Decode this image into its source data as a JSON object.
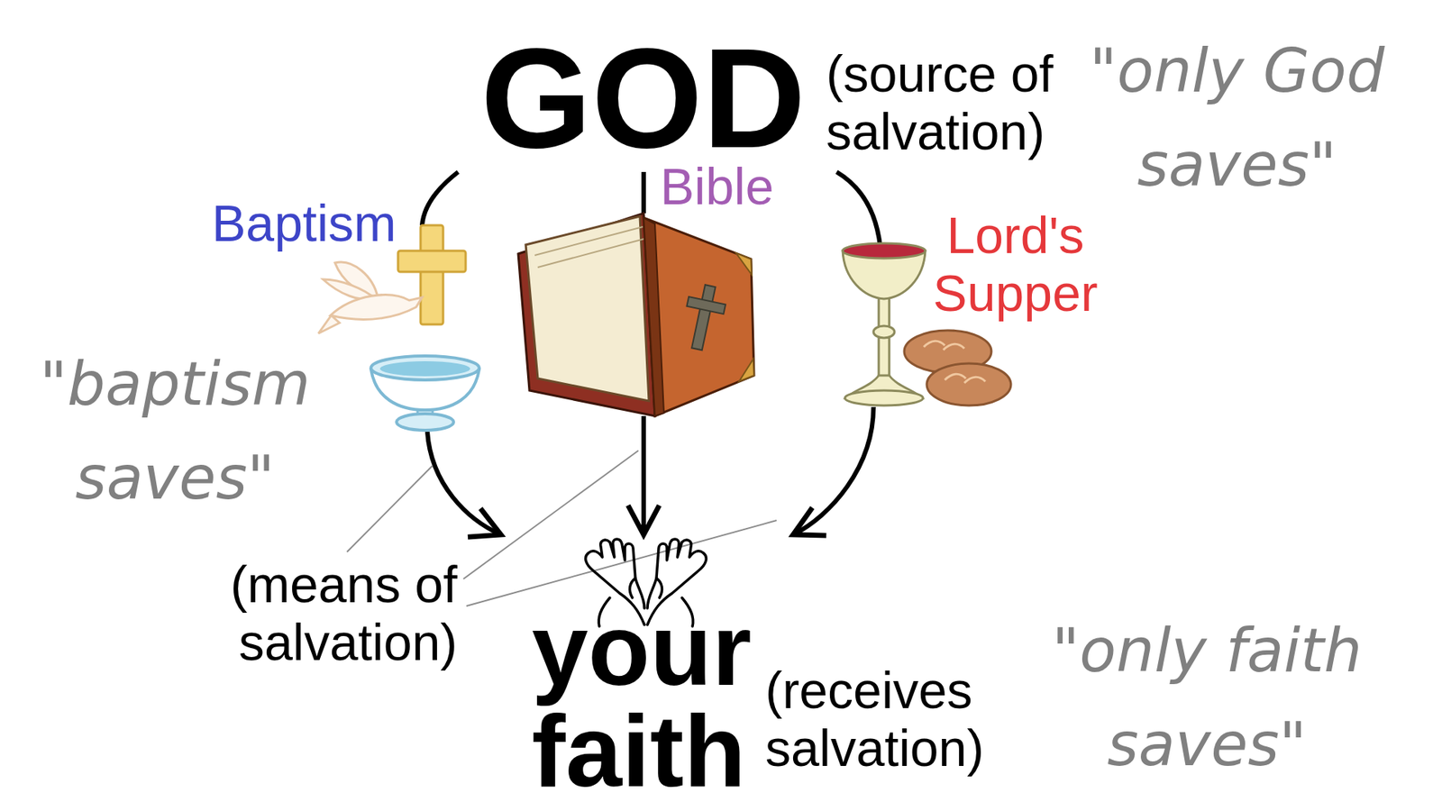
{
  "diagram": {
    "nodes": [
      {
        "text": [
          "GOD",
          "(source of salvation)"
        ]
      },
      {
        "text": [
          "Baptism"
        ]
      },
      {
        "text": [
          "Bible"
        ]
      },
      {
        "text": [
          "Lord's Supper"
        ]
      },
      {
        "text": [
          "your faith",
          "(receives salvation)"
        ]
      }
    ],
    "edges": [
      {
        "from": 0,
        "to": 1,
        "arrow": "none"
      },
      {
        "from": 1,
        "to": 4,
        "arrow": "to"
      },
      {
        "from": 0,
        "to": 2,
        "arrow": "none"
      },
      {
        "from": 2,
        "to": 4,
        "arrow": "to"
      },
      {
        "from": 0,
        "to": 3,
        "arrow": "none"
      },
      {
        "from": 3,
        "to": 4,
        "arrow": "to"
      }
    ],
    "labels": [
      "\"only God saves\"",
      "\"baptism saves\"",
      "(means of salvation)",
      "\"only faith saves\""
    ]
  }
}
